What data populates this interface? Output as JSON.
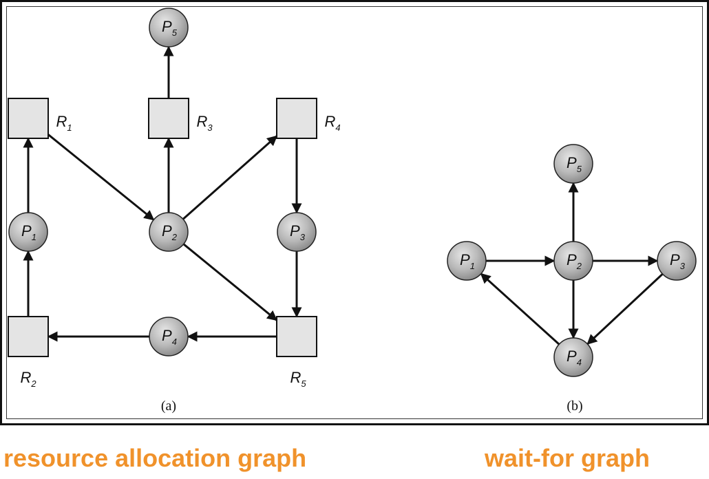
{
  "graph_a": {
    "subcaption": "(a)",
    "processes": [
      {
        "id": "P5",
        "base": "P",
        "sub": "5"
      },
      {
        "id": "P1",
        "base": "P",
        "sub": "1"
      },
      {
        "id": "P2",
        "base": "P",
        "sub": "2"
      },
      {
        "id": "P3",
        "base": "P",
        "sub": "3"
      },
      {
        "id": "P4",
        "base": "P",
        "sub": "4"
      }
    ],
    "resources": [
      {
        "id": "R1",
        "base": "R",
        "sub": "1"
      },
      {
        "id": "R3",
        "base": "R",
        "sub": "3"
      },
      {
        "id": "R4",
        "base": "R",
        "sub": "4"
      },
      {
        "id": "R2",
        "base": "R",
        "sub": "2"
      },
      {
        "id": "R5",
        "base": "R",
        "sub": "5"
      }
    ],
    "edges": [
      {
        "from": "R3",
        "to": "P5"
      },
      {
        "from": "P1",
        "to": "R1"
      },
      {
        "from": "R1",
        "to": "P2"
      },
      {
        "from": "P2",
        "to": "R3"
      },
      {
        "from": "P2",
        "to": "R4"
      },
      {
        "from": "R4",
        "to": "P3"
      },
      {
        "from": "P2",
        "to": "R5"
      },
      {
        "from": "P3",
        "to": "R5"
      },
      {
        "from": "R2",
        "to": "P1"
      },
      {
        "from": "P4",
        "to": "R2"
      },
      {
        "from": "R5",
        "to": "P4"
      }
    ]
  },
  "graph_b": {
    "subcaption": "(b)",
    "processes": [
      {
        "id": "P5",
        "base": "P",
        "sub": "5"
      },
      {
        "id": "P1",
        "base": "P",
        "sub": "1"
      },
      {
        "id": "P2",
        "base": "P",
        "sub": "2"
      },
      {
        "id": "P3",
        "base": "P",
        "sub": "3"
      },
      {
        "id": "P4",
        "base": "P",
        "sub": "4"
      }
    ],
    "edges": [
      {
        "from": "P2",
        "to": "P5"
      },
      {
        "from": "P1",
        "to": "P2"
      },
      {
        "from": "P2",
        "to": "P3"
      },
      {
        "from": "P2",
        "to": "P4"
      },
      {
        "from": "P3",
        "to": "P4"
      },
      {
        "from": "P4",
        "to": "P1"
      }
    ]
  },
  "captions": {
    "left": "resource allocation graph",
    "right": "wait-for graph"
  },
  "colors": {
    "caption": "#f0922b",
    "node_fill": "#b4b4b4",
    "resource_fill": "#e4e4e4",
    "line": "#111111"
  }
}
